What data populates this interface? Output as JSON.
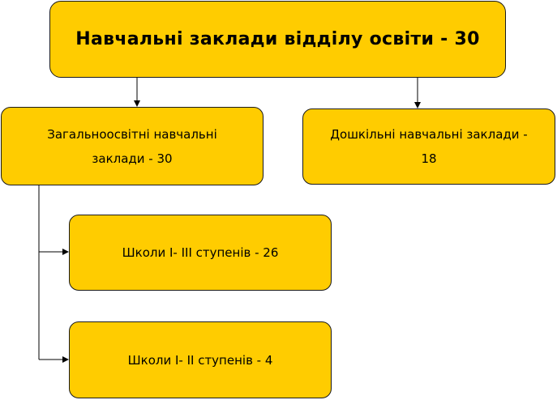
{
  "colors": {
    "box_fill": "#ffcc00",
    "box_border": "#1a1a1a",
    "connector": "#000000"
  },
  "root": {
    "label": "Навчальні заклади відділу освіти - 30"
  },
  "level1": {
    "general": {
      "label": "Загальноосвітні навчальні заклади - 30"
    },
    "preschool": {
      "label": "Дошкільні навчальні заклади - 18"
    }
  },
  "level2": {
    "schools_1_3": {
      "label": "Школи I- III ступенів - 26"
    },
    "schools_1_2": {
      "label": "Школи I- II ступенів - 4"
    }
  }
}
